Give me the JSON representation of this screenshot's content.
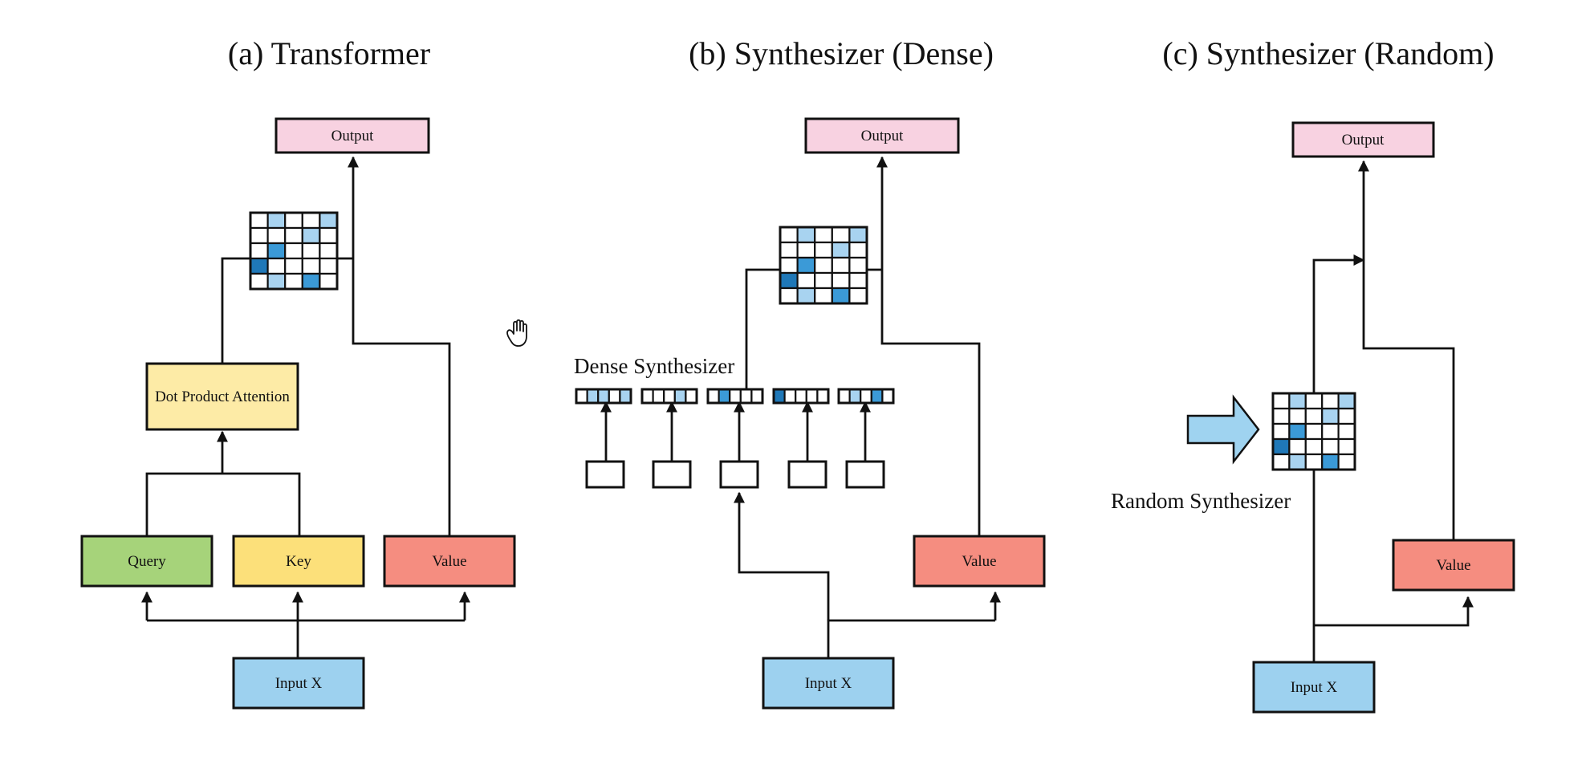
{
  "colors": {
    "output": "#f8d2e1",
    "dot_product": "#fdeba6",
    "query": "#a6d37a",
    "key": "#fce07a",
    "value": "#f58d80",
    "input": "#9dd1ef",
    "cell_empty": "#ffffff",
    "cell_light": "#a8d3f0",
    "cell_mid": "#3b9ad7",
    "cell_dark": "#1f78b8",
    "arrow_fill": "#9fd3f0",
    "stroke": "#111111"
  },
  "cursor": {
    "icon": "hand-cursor-icon"
  },
  "panels": {
    "transformer": {
      "title": "(a) Transformer",
      "output_label": "Output",
      "dot_product_label": "Dot Product Attention",
      "query_label": "Query",
      "key_label": "Key",
      "value_label": "Value",
      "input_label": "Input X",
      "attention_matrix": [
        [
          0,
          1,
          0,
          0,
          1
        ],
        [
          0,
          0,
          0,
          1,
          0
        ],
        [
          0,
          2,
          0,
          0,
          0
        ],
        [
          3,
          0,
          0,
          0,
          0
        ],
        [
          0,
          1,
          0,
          2,
          0
        ]
      ]
    },
    "dense": {
      "title": "(b) Synthesizer (Dense)",
      "output_label": "Output",
      "synthesizer_label": "Dense Synthesizer",
      "value_label": "Value",
      "input_label": "Input X",
      "attention_matrix": [
        [
          0,
          1,
          0,
          0,
          1
        ],
        [
          0,
          0,
          0,
          1,
          0
        ],
        [
          0,
          2,
          0,
          0,
          0
        ],
        [
          3,
          0,
          0,
          0,
          0
        ],
        [
          0,
          1,
          0,
          2,
          0
        ]
      ],
      "row_vectors": [
        [
          0,
          1,
          1,
          0,
          1
        ],
        [
          0,
          0,
          0,
          1,
          0
        ],
        [
          0,
          2,
          0,
          0,
          0
        ],
        [
          3,
          0,
          0,
          0,
          0
        ],
        [
          0,
          1,
          0,
          2,
          0
        ]
      ]
    },
    "random": {
      "title": "(c) Synthesizer (Random)",
      "output_label": "Output",
      "synthesizer_label": "Random Synthesizer",
      "value_label": "Value",
      "input_label": "Input X",
      "attention_matrix": [
        [
          0,
          1,
          0,
          0,
          1
        ],
        [
          0,
          0,
          0,
          1,
          0
        ],
        [
          0,
          2,
          0,
          0,
          0
        ],
        [
          3,
          0,
          0,
          0,
          0
        ],
        [
          0,
          1,
          0,
          2,
          0
        ]
      ]
    }
  }
}
